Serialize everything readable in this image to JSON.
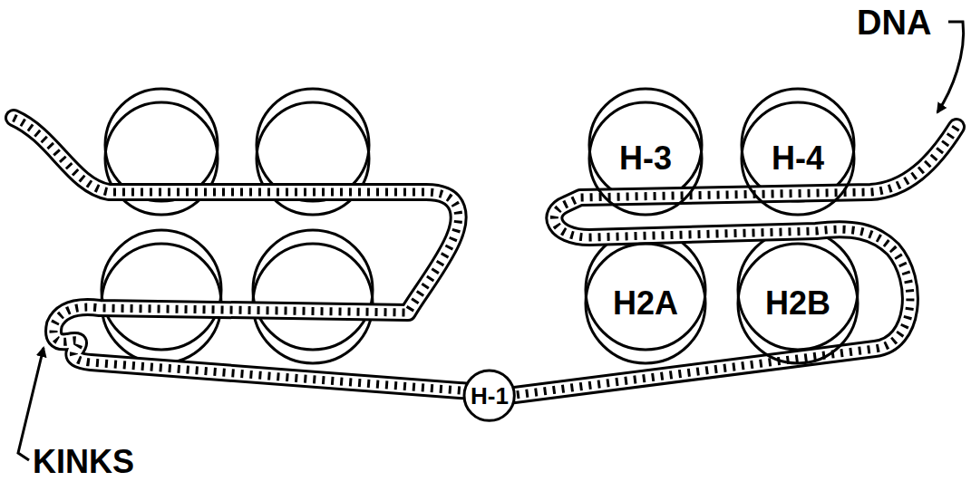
{
  "diagram": {
    "nodes": [
      {
        "text": [
          "H-3"
        ]
      },
      {
        "text": [
          "H-4"
        ]
      },
      {
        "text": [
          "H2A"
        ]
      },
      {
        "text": [
          "H2B"
        ]
      },
      {
        "text": [
          "H-1"
        ]
      }
    ],
    "labels": [
      "DNA",
      "KINKS"
    ]
  }
}
